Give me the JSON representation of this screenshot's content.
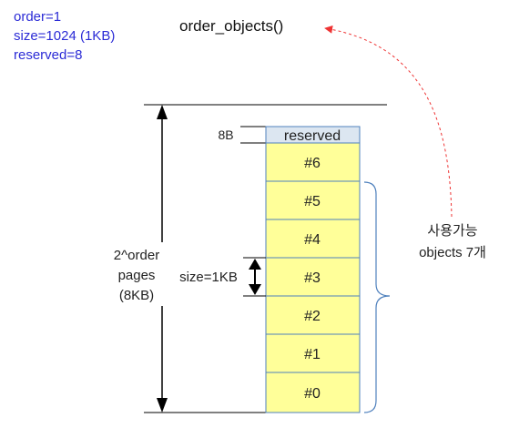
{
  "params": {
    "order": "order=1",
    "size": "size=1024 (1KB)",
    "reserved": "reserved=8"
  },
  "function_title": "order_objects()",
  "slab": {
    "reserved_label": "reserved",
    "reserved_size_label": "8B",
    "objects": [
      {
        "label": "#6"
      },
      {
        "label": "#5"
      },
      {
        "label": "#4"
      },
      {
        "label": "#3"
      },
      {
        "label": "#2"
      },
      {
        "label": "#1"
      },
      {
        "label": "#0"
      }
    ],
    "object_size_label": "size=1KB",
    "total_label_lines": [
      "2^order",
      "pages",
      "(8KB)"
    ],
    "available_label_lines": [
      "사용가능",
      "objects 7개"
    ]
  },
  "colors": {
    "object_fill": "#ffff99",
    "reserved_fill": "#dce6f1",
    "box_stroke": "#4f81bd",
    "brace_stroke": "#4f81bd",
    "param_text": "#2b2bd6",
    "arrow_dashed": "#ee3333"
  },
  "icons": {
    "callout_arrow": "dashed-curved-arrow-icon",
    "brace": "right-curly-brace-icon"
  }
}
